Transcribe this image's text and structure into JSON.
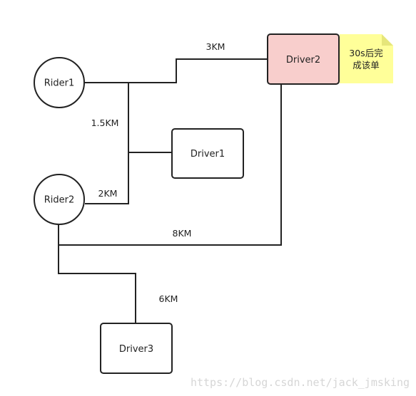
{
  "nodes": {
    "rider1": {
      "label": "Rider1"
    },
    "rider2": {
      "label": "Rider2"
    },
    "driver1": {
      "label": "Driver1"
    },
    "driver2": {
      "label": "Driver2",
      "fill": "#f8cecc"
    },
    "driver3": {
      "label": "Driver3"
    }
  },
  "edges": {
    "rider1_driver2": {
      "label": "3KM"
    },
    "rider1_driver1": {
      "label": "1.5KM"
    },
    "rider2_driver1": {
      "label": "2KM"
    },
    "rider2_driver2": {
      "label": "8KM"
    },
    "rider2_driver3": {
      "label": "6KM"
    }
  },
  "note": {
    "line1": "30s后完",
    "line2": "成该单",
    "fill": "#ffff99"
  },
  "watermark": {
    "text": "https://blog.csdn.net/jack_jmsking"
  }
}
